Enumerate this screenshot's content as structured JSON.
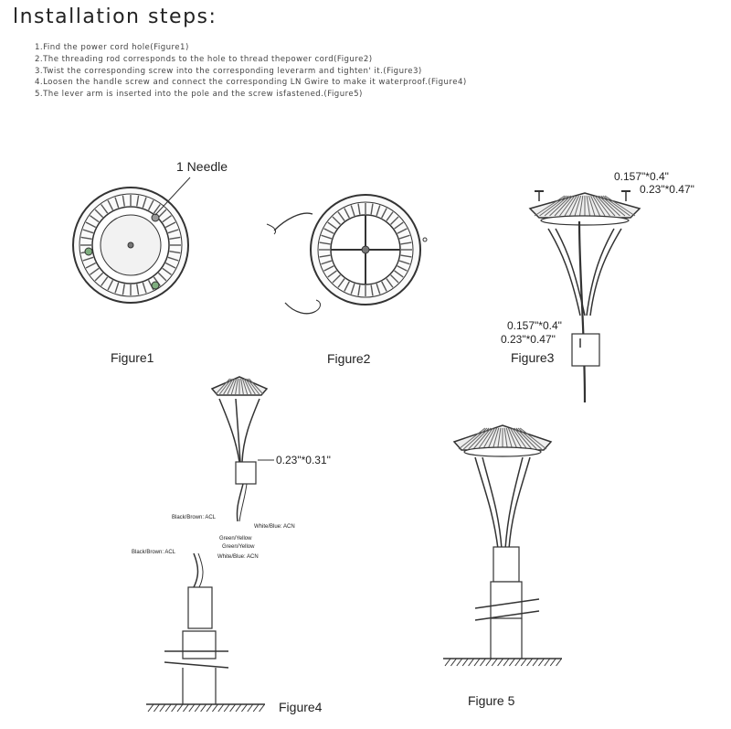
{
  "title": "lnstallation steps:",
  "steps": [
    "1.Find the power cord hole(Figure1)",
    "2.The threading rod corresponds to the hole to thread thepower cord(Figure2)",
    "3.Twist the corresponding screw into the corresponding leverarm and tighten' it.(Figure3)",
    "4.Loosen the handle screw and connect the corresponding LN Gwire to make it waterproof.(Figure4)",
    "5.The lever arm is inserted into the pole and the screw isfastened.(Figure5)"
  ],
  "figures": {
    "figure1": {
      "label": "Figure1",
      "callout": "1 Needle"
    },
    "figure2": {
      "label": "Figure2"
    },
    "figure3": {
      "label": "Figure3",
      "dim_top_1": "0.157\"*0.4\"",
      "dim_top_2": "0.23\"*0.47\"",
      "dim_bottom_1": "0.157\"*0.4\"",
      "dim_bottom_2": "0.23\"*0.47\""
    },
    "figure4": {
      "label": "Figure4",
      "dim": "0.23\"*0.31\"",
      "wire_black_1": "Black/Brown: ACL",
      "wire_white_1": "White/Blue: ACN",
      "wire_green_1": "Green/Yellow",
      "wire_green_2": "Green/Yellow",
      "wire_black_2": "Black/Brown: ACL",
      "wire_white_2": "White/Blue: ACN"
    },
    "figure5": {
      "label": "Figure 5"
    }
  }
}
